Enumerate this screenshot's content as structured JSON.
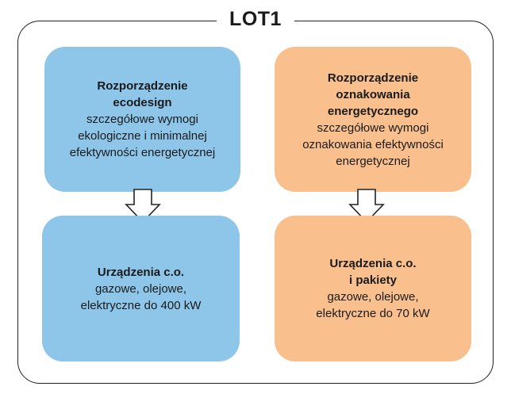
{
  "title": "LOT1",
  "left_column": {
    "top_box": {
      "heading_line1": "Rozporządzenie",
      "heading_line2": "ecodesign",
      "body_line1": "szczegółowe wymogi",
      "body_line2": "ekologiczne i minimalnej",
      "body_line3": "efektywności energetycznej"
    },
    "bottom_box": {
      "heading_line1": "Urządzenia c.o.",
      "body_line1": "gazowe, olejowe,",
      "body_line2": "elektryczne do 400 kW"
    }
  },
  "right_column": {
    "top_box": {
      "heading_line1": "Rozporządzenie",
      "heading_line2": "oznakowania",
      "heading_line3": "energetycznego",
      "body_line1": "szczegółowe wymogi",
      "body_line2": "oznakowania efektywności",
      "body_line3": "energetycznej"
    },
    "bottom_box": {
      "heading_line1": "Urządzenia c.o.",
      "heading_line2": "i pakiety",
      "body_line1": "gazowe, olejowe,",
      "body_line2": "elektryczne do 70 kW"
    }
  },
  "colors": {
    "left_boxes": "#8ec6ea",
    "right_boxes": "#f9c08e",
    "frame": "#222222"
  },
  "icons": [
    "down-arrow-icon",
    "down-arrow-icon"
  ]
}
